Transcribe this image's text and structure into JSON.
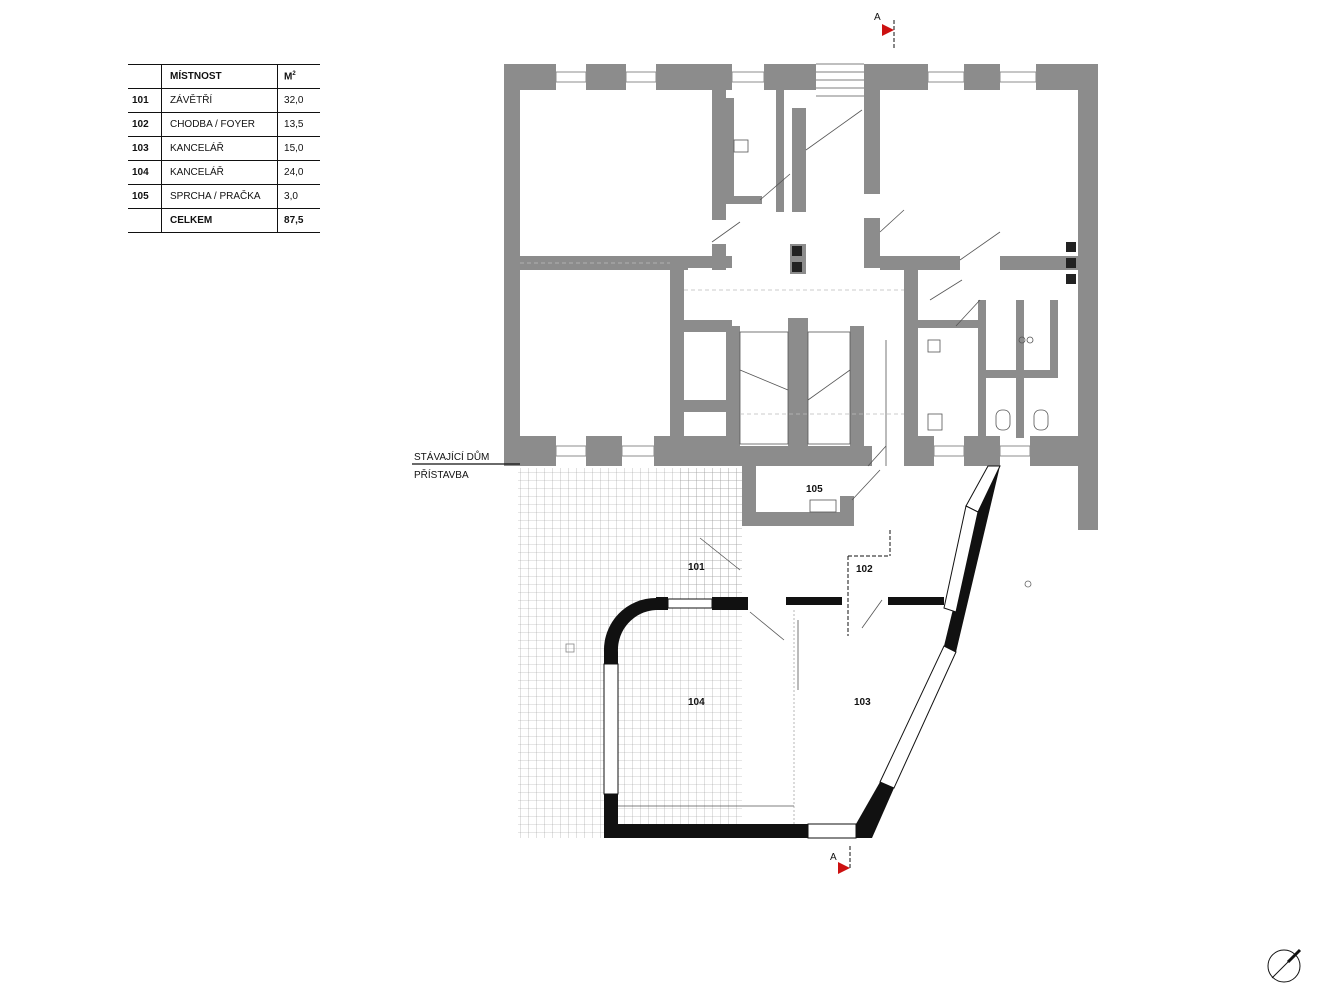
{
  "schedule": {
    "header": {
      "room": "MÍSTNOST",
      "area": "M",
      "area_sup": "2"
    },
    "rows": [
      {
        "num": "101",
        "name": "ZÁVĚTŘÍ",
        "area": "32,0"
      },
      {
        "num": "102",
        "name": "CHODBA / FOYER",
        "area": "13,5"
      },
      {
        "num": "103",
        "name": "KANCELÁŘ",
        "area": "15,0"
      },
      {
        "num": "104",
        "name": "KANCELÁŘ",
        "area": "24,0"
      },
      {
        "num": "105",
        "name": "SPRCHA / PRAČKA",
        "area": "3,0"
      }
    ],
    "total": {
      "label": "CELKEM",
      "area": "87,5"
    }
  },
  "plan": {
    "legend_existing": "STÁVAJÍCÍ DŮM",
    "legend_extension": "PŘÍSTAVBA",
    "section_marker_top": "A",
    "section_marker_bottom": "A",
    "room_labels": {
      "r101": "101",
      "r102": "102",
      "r103": "103",
      "r104": "104",
      "r105": "105"
    }
  },
  "colors": {
    "existing_wall": "#8c8c8c",
    "new_wall": "#111111",
    "section_marker": "#cc1111"
  }
}
